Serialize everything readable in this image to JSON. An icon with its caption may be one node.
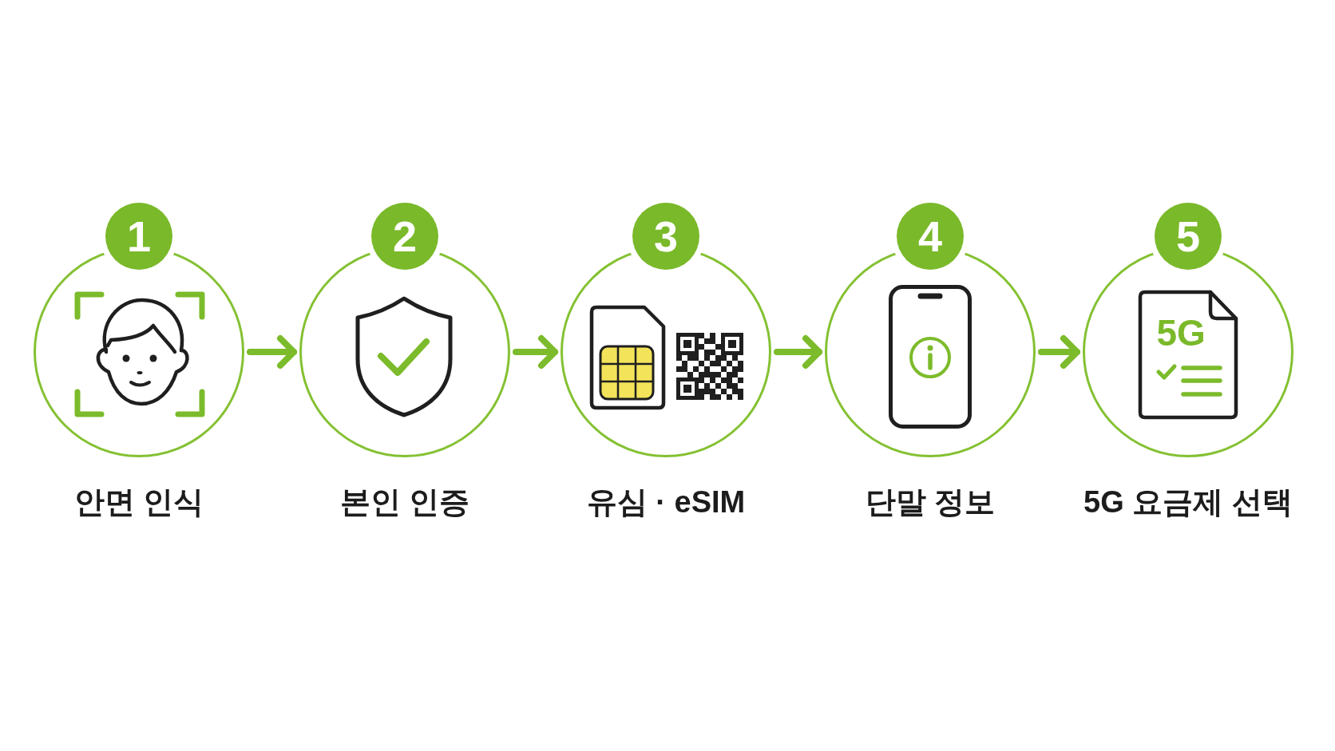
{
  "diagram": {
    "nodes": [
      {
        "text": [
          "1"
        ]
      },
      {
        "text": [
          "안면 인식"
        ]
      },
      {
        "text": [
          "2"
        ]
      },
      {
        "text": [
          "본인 인증"
        ]
      },
      {
        "text": [
          "3"
        ]
      },
      {
        "text": [
          "유심 · eSIM"
        ]
      },
      {
        "text": [
          "4"
        ]
      },
      {
        "text": [
          "단말 정보"
        ]
      },
      {
        "text": [
          "5"
        ]
      },
      {
        "text": [
          "5G 요금제 선택"
        ]
      }
    ],
    "edges": [
      {
        "from": 1,
        "to": 3,
        "arrow": "to"
      },
      {
        "from": 3,
        "to": 5,
        "arrow": "to"
      },
      {
        "from": 5,
        "to": 7,
        "arrow": "to"
      },
      {
        "from": 7,
        "to": 9,
        "arrow": "to"
      }
    ],
    "labels": [
      "5G"
    ]
  }
}
